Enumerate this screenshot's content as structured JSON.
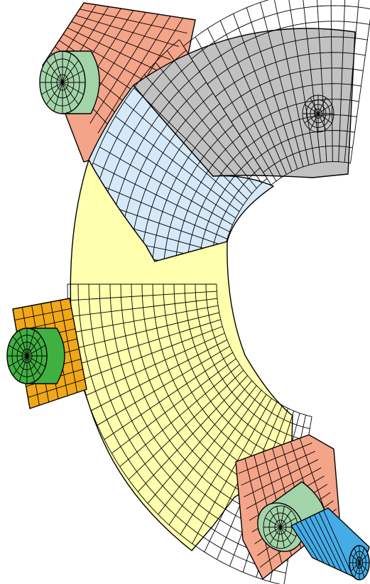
{
  "colors": {
    "arc_lower": "#ffffad",
    "arc_upper": "#d6e9f8",
    "arc_top": "#c1c1c1",
    "block_salmon": "#f4a488",
    "block_orange": "#f0a818",
    "bolt_light_green": "#a3d4a9",
    "bolt_green": "#40b040",
    "shaft_blue": "#45ace6",
    "mesh_line": "#000000"
  },
  "parts": [
    {
      "name": "curved-arc-lower",
      "color_key": "arc_lower"
    },
    {
      "name": "curved-arc-upper",
      "color_key": "arc_upper"
    },
    {
      "name": "curved-arc-top",
      "color_key": "arc_top"
    },
    {
      "name": "mount-block-top",
      "color_key": "block_salmon"
    },
    {
      "name": "mount-block-left",
      "color_key": "block_orange"
    },
    {
      "name": "mount-block-bottom",
      "color_key": "block_salmon"
    },
    {
      "name": "bolt-head-top",
      "color_key": "bolt_light_green"
    },
    {
      "name": "bolt-head-left",
      "color_key": "bolt_green"
    },
    {
      "name": "bolt-collar-bottom",
      "color_key": "bolt_light_green"
    },
    {
      "name": "shaft-bottom",
      "color_key": "shaft_blue"
    }
  ]
}
